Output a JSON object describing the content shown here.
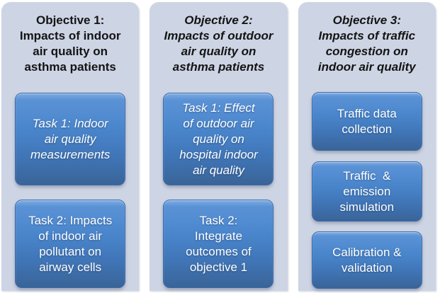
{
  "diagram": {
    "columns": [
      {
        "header": "Objective 1:\nImpacts of indoor\nair quality on\nasthma patients",
        "tasks": [
          "Task 1: Indoor\nair quality\nmeasurements",
          "Task 2: Impacts\nof indoor air\npollutant on\nairway cells"
        ]
      },
      {
        "header": "Objective 2:\nImpacts of outdoor\nair quality on\nasthma patients",
        "tasks": [
          "Task 1: Effect\nof outdoor air\nquality on\nhospital indoor\nair quality",
          "Task 2:\nIntegrate\noutcomes of\nobjective 1"
        ]
      },
      {
        "header": "Objective 3:\nImpacts of traffic\ncongestion on\nindoor air quality",
        "tasks": [
          "Traffic data\ncollection",
          "Traffic  &\nemission\nsimulation",
          "Calibration &\nvalidation"
        ]
      }
    ],
    "colors": {
      "page_bg": "#ffffff",
      "column_bg": "#cdd4e4",
      "task_mid": "#4a86cc",
      "task_bottom": "#3a6498",
      "task_border": "#3a6ba8",
      "header_text": "#141414",
      "task_text": "#ffffff"
    }
  }
}
